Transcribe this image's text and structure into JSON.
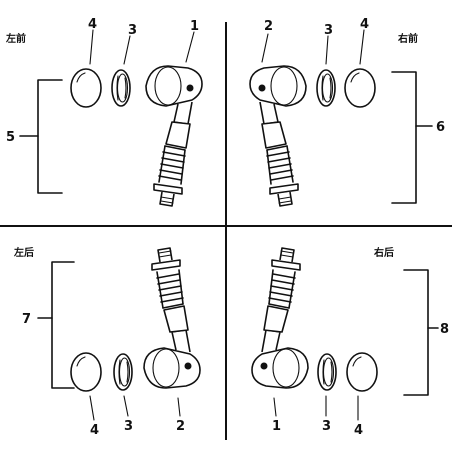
{
  "quadrants": {
    "front_left": "左前",
    "front_right": "右前",
    "rear_left": "左后",
    "rear_right": "右后"
  },
  "part_numbers": {
    "p1": "1",
    "p2": "2",
    "p3": "3",
    "p4": "4"
  },
  "group_labels": {
    "g5": "5",
    "g6": "6",
    "g7": "7",
    "g8": "8"
  }
}
